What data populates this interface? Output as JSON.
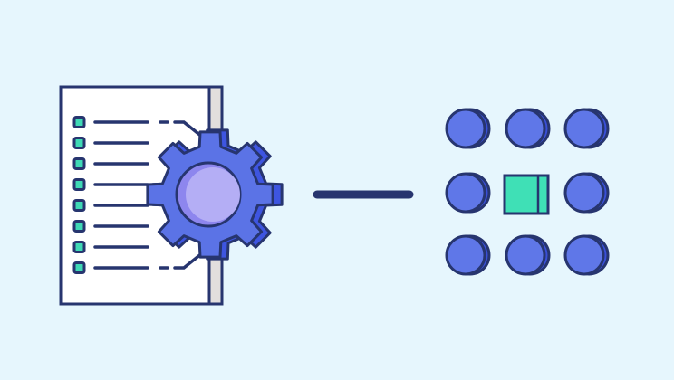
{
  "colors": {
    "background": "#e6f6fd",
    "outline": "#27356f",
    "gear": "#5b73e6",
    "gear_shadow": "#3e55e0",
    "hub": "#b4aef5",
    "hub_shadow": "#8d86ee",
    "node": "#5f77e8",
    "node_shadow": "#3a50d8",
    "highlight_node": "#3fe0b6",
    "bullet": "#3fd9b5",
    "paper": "#ffffff",
    "paper_edge": "#e2dedd"
  },
  "icons": [
    "document-icon",
    "gear-icon",
    "connector-line",
    "node-grid"
  ],
  "document_rows": 8,
  "grid": {
    "rows": 3,
    "cols": 3,
    "highlighted": "center"
  }
}
